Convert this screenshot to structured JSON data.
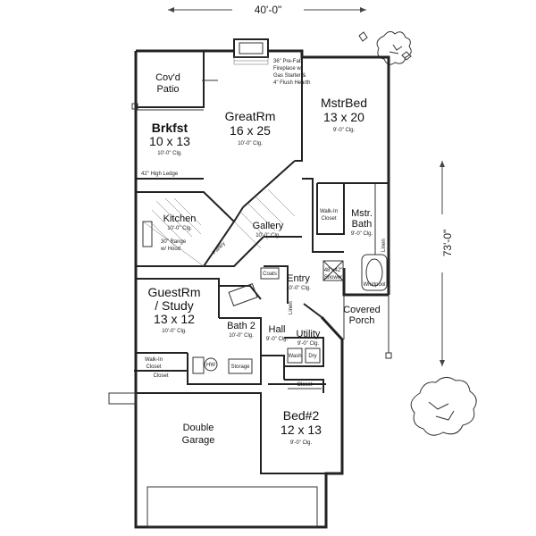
{
  "dimensions": {
    "width_label": "40'-0\"",
    "depth_label": "73'-0\""
  },
  "rooms": {
    "covd_patio": {
      "line1": "Cov'd",
      "line2": "Patio"
    },
    "fireplace_note": {
      "line1": "36\" Pre-Fab",
      "line2": "Fireplace w/",
      "line3": "Gas Starter &",
      "line4": "4\" Flush Hearth"
    },
    "brkfst": {
      "name": "Brkfst",
      "size": "10 x 13",
      "ceiling": "10'-0\" Clg."
    },
    "high_ledge": {
      "text": "42\" High Ledge"
    },
    "greatrm": {
      "name": "GreatRm",
      "size": "16 x 25",
      "ceiling": "10'-0\" Clg."
    },
    "mstrbed": {
      "name": "MstrBed",
      "size": "13 x 20",
      "ceiling": "9'-0\" Clg."
    },
    "kitchen": {
      "name": "Kitchen",
      "ceiling": "10'-0\" Clg.",
      "range_line1": "30\" Range",
      "range_line2": "w/ Hood"
    },
    "pantry": {
      "text": "Pantry"
    },
    "gallery": {
      "name": "Gallery",
      "ceiling": "10'-0\" Clg."
    },
    "walkin_closet_master": {
      "line1": "Walk-In",
      "line2": "Closet"
    },
    "mstr_bath": {
      "line1": "Mstr.",
      "line2": "Bath",
      "ceiling": "9'-0\" Clg."
    },
    "linen_master": {
      "text": "Linen"
    },
    "shower": {
      "size": "48\"x42\"",
      "name": "Shower"
    },
    "whirlpool": {
      "text": "Whirlpool"
    },
    "coats": {
      "text": "Coats"
    },
    "entry": {
      "name": "Entry",
      "ceiling": "10'-0\" Clg."
    },
    "guestrm": {
      "line1": "GuestRm",
      "line2": "/ Study",
      "size": "13 x 12",
      "ceiling": "10'-0\" Clg."
    },
    "linen_hall": {
      "text": "Linen"
    },
    "covered_porch": {
      "line1": "Covered",
      "line2": "Porch"
    },
    "bath2": {
      "name": "Bath 2",
      "ceiling": "10'-0\" Clg."
    },
    "hall": {
      "name": "Hall",
      "ceiling": "9'-0\" Clg."
    },
    "utility": {
      "name": "Utility",
      "ceiling": "9'-0\" Clg.",
      "wash": "Wash",
      "dry": "Dry"
    },
    "walkin_closet_guest": {
      "line1": "Walk-In",
      "line2": "Closet",
      "closet": "Closet"
    },
    "storage": {
      "text": "Storage"
    },
    "hw": {
      "text": "HW"
    },
    "closet_bed2": {
      "text": "Closet"
    },
    "double_garage": {
      "line1": "Double",
      "line2": "Garage"
    },
    "bed2": {
      "name": "Bed#2",
      "size": "12 x 13",
      "ceiling": "9'-0\" Clg."
    }
  }
}
